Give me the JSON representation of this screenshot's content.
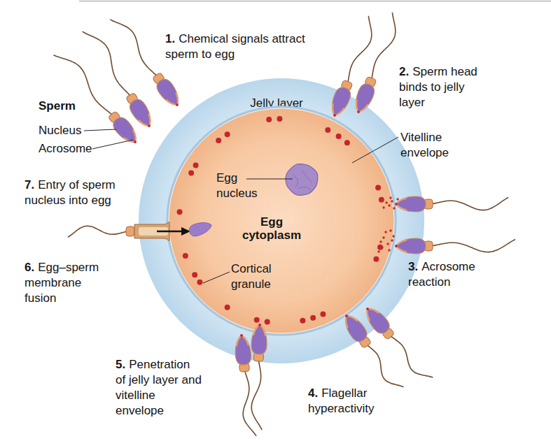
{
  "diagram": {
    "nodes": [
      {
        "text": [
          "Jelly layer"
        ]
      },
      {
        "text": [
          "Egg cytoplasm"
        ],
        "in": 0
      }
    ],
    "labels": [
      "1.",
      "Chemical signals attract sperm to egg",
      "2.",
      "Sperm head binds to jelly layer",
      "Sperm",
      "Nucleus",
      "Acrosome",
      "Vitelline envelope",
      "Egg nucleus",
      "7.",
      "Entry of sperm nucleus into egg",
      "Cortical granule",
      "6.",
      "Egg–sperm membrane fusion",
      "3.",
      "Acrosome reaction",
      "5.",
      "Penetration of jelly layer and vitelline envelope",
      "4.",
      "Flagellar hyperactivity"
    ]
  }
}
